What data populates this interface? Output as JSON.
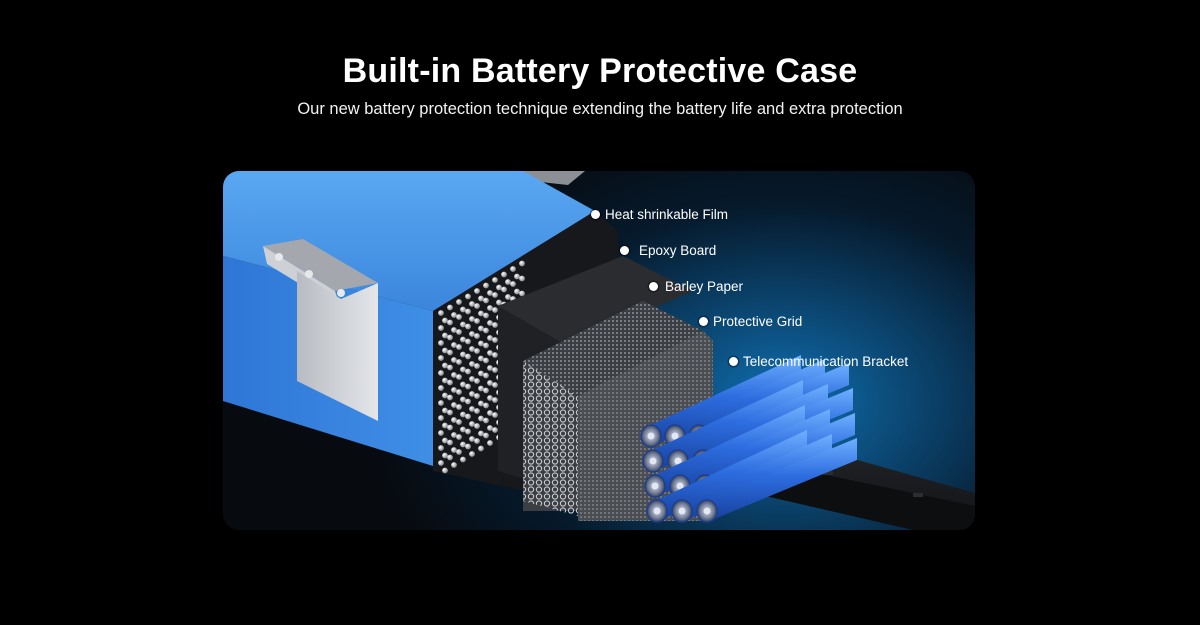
{
  "heading": {
    "title": "Built-in Battery Protective Case",
    "subtitle": "Our new battery protection technique extending the battery life and extra protection"
  },
  "illustration": {
    "colors": {
      "shell_blue": "#3f8fe6",
      "cell_blue": "#2f6fe0",
      "glow": "#0f6fb0",
      "background": "#000000"
    },
    "callouts": [
      {
        "label": "Heat shrinkable Film"
      },
      {
        "label": "Epoxy Board"
      },
      {
        "label": "Barley Paper"
      },
      {
        "label": "Protective Grid"
      },
      {
        "label": "Telecommunication Bracket"
      }
    ]
  }
}
